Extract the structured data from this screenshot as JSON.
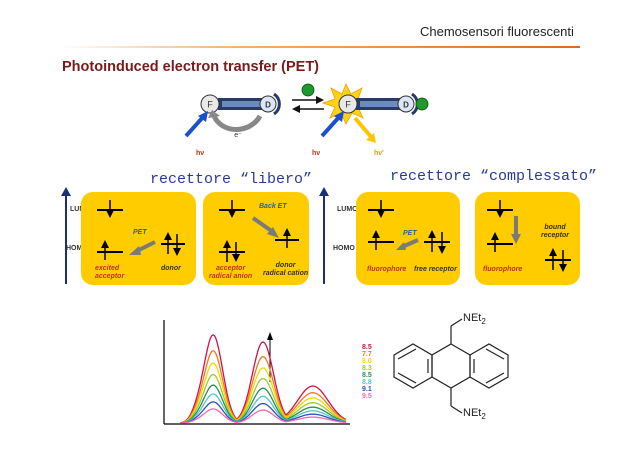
{
  "header": {
    "course_title": "Chemosensori fluorescenti"
  },
  "slide": {
    "title": "Photoinduced electron transfer (PET)"
  },
  "top_scheme": {
    "fluorophore_letter_left": "F",
    "donor_letter_left": "D",
    "fluorophore_letter_right": "F",
    "donor_letter_right": "D",
    "electron": "e⁻",
    "hv_left": "hν",
    "hv_right": "hν",
    "hv_emission": "hν'"
  },
  "free_receptor": {
    "title": "recettore “libero”",
    "lumo": "LUMO",
    "homo": "HOMO",
    "pet": "PET",
    "back_et": "Back ET",
    "excited_acceptor": [
      "excited",
      "acceptor"
    ],
    "donor": "donor",
    "acceptor_radical_anion": [
      "acceptor",
      "radical anion"
    ],
    "donor_radical_cation": [
      "donor",
      "radical cation"
    ]
  },
  "complexed_receptor": {
    "title": "recettore “complessato”",
    "lumo": "LUMO",
    "homo": "HOMO",
    "pet": "PET",
    "fluorophore": "fluorophore",
    "free_receptor": "free receptor",
    "fluorophore_2": "fluorophore",
    "bound_receptor": [
      "bound",
      "receptor"
    ]
  },
  "spectra": {
    "ph_values": [
      "8.5",
      "7.7",
      "8.0",
      "8.3",
      "8.5",
      "8.8",
      "9.1",
      "9.5"
    ],
    "colors": [
      "#d0104a",
      "#f07a1a",
      "#f2d800",
      "#9acd32",
      "#2e8b57",
      "#50c8c8",
      "#3050c0",
      "#ff66aa"
    ],
    "scales": [
      1.0,
      0.82,
      0.68,
      0.55,
      0.43,
      0.33,
      0.24,
      0.16
    ]
  },
  "molecule": {
    "substituent_top": "NEt2",
    "substituent_bottom": "NEt2"
  }
}
